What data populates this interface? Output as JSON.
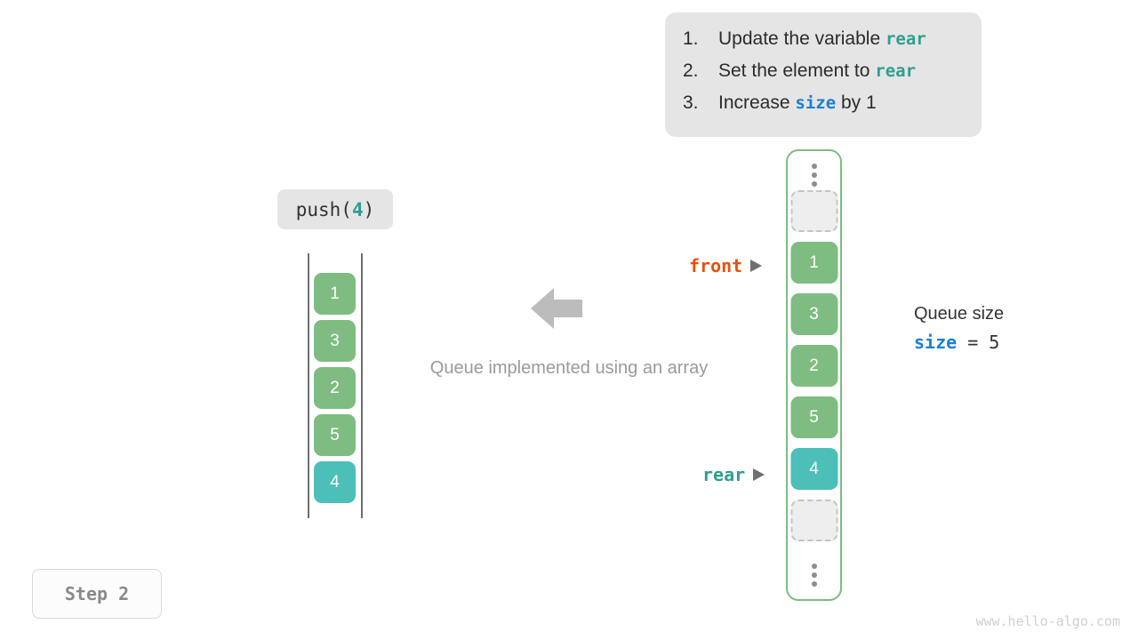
{
  "instructions": {
    "steps": [
      {
        "num": "1.",
        "pre": "Update the variable ",
        "code": "rear",
        "code_color": "teal",
        "post": ""
      },
      {
        "num": "2.",
        "pre": "Set the element to ",
        "code": "rear",
        "code_color": "teal",
        "post": ""
      },
      {
        "num": "3.",
        "pre": "Increase ",
        "code": "size",
        "code_color": "blue",
        "post": " by 1"
      }
    ]
  },
  "operation": {
    "label_pre": "push(",
    "label_value": "4",
    "label_post": ")"
  },
  "left_array": {
    "values": [
      "1",
      "3",
      "2",
      "5",
      "4"
    ],
    "highlight_index": 4
  },
  "caption": "Queue implemented using an array",
  "arrow": {
    "direction": "left",
    "color": "#bcbcbc"
  },
  "ring_array": {
    "top_ellipsis": "⋮",
    "bottom_ellipsis": "⋮",
    "cells": [
      {
        "value": "",
        "state": "empty"
      },
      {
        "value": "1",
        "state": "green"
      },
      {
        "value": "3",
        "state": "green"
      },
      {
        "value": "2",
        "state": "green"
      },
      {
        "value": "5",
        "state": "green"
      },
      {
        "value": "4",
        "state": "teal"
      },
      {
        "value": "",
        "state": "empty"
      }
    ],
    "border_color": "#7ebc82"
  },
  "pointers": {
    "front": {
      "label": "front",
      "color": "#e8500f"
    },
    "rear": {
      "label": "rear",
      "color": "#2e9e8f"
    }
  },
  "size_panel": {
    "title": "Queue size",
    "var": "size",
    "operator": " = ",
    "value": "5"
  },
  "step": {
    "label": "Step 2"
  },
  "watermark": {
    "text": "www.hello-algo.com"
  },
  "colors": {
    "green": "#7ebc82",
    "teal": "#4bbfb8",
    "orange": "#e8500f",
    "blue": "#1b7fd4",
    "panel_bg": "#e5e5e5",
    "muted": "#9a9a9a"
  }
}
